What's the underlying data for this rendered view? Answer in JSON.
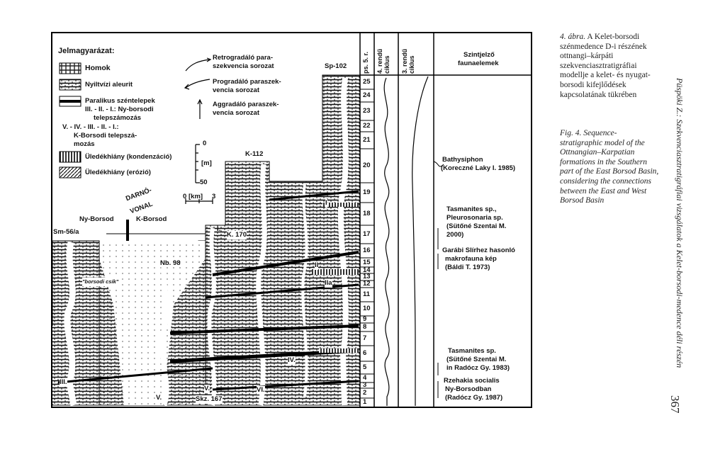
{
  "legend": {
    "title": "Jelmagyarázat:",
    "sand": "Homok",
    "silt": "Nyiltvízi aleurit",
    "coal": "Paralikus széntelepek",
    "ny_seams_1": "III. - II. - I.: Ny-borsodi",
    "ny_seams_2": "telepszámozás",
    "k_seams_1": "V. - IV. - III. - II. - I.:",
    "k_seams_2": "K-Borsodi telepszá-",
    "k_seams_3": "mozás",
    "hiatus_cond": "Üledékhiány (kondenzáció)",
    "hiatus_eros": "Üledékhiány (erózió)"
  },
  "sequences": {
    "retro_1": "Retrogradáló para-",
    "retro_2": "szekvencia sorozat",
    "prog_1": "Progradáló paraszek-",
    "prog_2": "vencia sorozat",
    "aggr_1": "Aggradáló paraszek-",
    "aggr_2": "vencia sorozat"
  },
  "scale": {
    "v0": "0",
    "vunit": "[m]",
    "v50": "50",
    "h0": "0",
    "hunit": "[km]",
    "h3": "3"
  },
  "wells": {
    "sm": "Sm-56/a",
    "nb": "Nb. 98",
    "k112": "K-112",
    "k170": "K. 170",
    "skz": "Skz. 167",
    "sp": "Sp-102",
    "borsodi": "\"borsodi csík\""
  },
  "regions": {
    "ny": "Ny-Borsod",
    "k": "K-Borsod",
    "line_1": "DARNÓ-",
    "line_2": "VONAL"
  },
  "seam_labels": [
    "III.",
    "V.",
    "V.",
    "VI.",
    "IV.",
    "I.",
    "II",
    "IIa",
    "I"
  ],
  "columns": {
    "c1": "ps. 5. r.",
    "c2": "4. rendű ciklus",
    "c3": "3. rendű ciklus",
    "fauna_1": "Szintjelző",
    "fauna_2": "faunaelemek"
  },
  "units": [
    "1",
    "2",
    "3",
    "4",
    "5",
    "6",
    "7",
    "8",
    "9",
    "10",
    "11",
    "12",
    "13",
    "14",
    "15",
    "16",
    "17",
    "18",
    "19",
    "20",
    "21",
    "22",
    "23",
    "24",
    "25"
  ],
  "fauna": {
    "f1_1": "Bathysiphon",
    "f1_2": "(Koreczné Laky I. 1985)",
    "f2_1": "Tasmanites sp.,",
    "f2_2": "Pleurosonaria sp.",
    "f2_3": "(Sütőné Szentai M.",
    "f2_4": "2000)",
    "f3_1": "Garábi Slírhez hasonló",
    "f3_2": "makrofauna kép",
    "f3_3": "(Báldi T. 1973)",
    "f4_1": "Tasmanites sp.",
    "f4_2": "(Sütőné Szentai M.",
    "f4_3": "in Radócz Gy. 1983)",
    "f5_1": "Rzehakia socialis",
    "f5_2": "Ny-Borsodban",
    "f5_3": "(Radócz Gy. 1987)"
  },
  "caption": {
    "hu_label": "4. ábra.",
    "hu_text": "A Kelet-borsodi szénmedence D-i részének ottnangi–kárpáti szekvenciasztratigráfiai modellje a kelet- és nyugat-borsodi kifejlődések kapcsolatának tükrében",
    "en_label": "Fig. 4.",
    "en_text": "Sequence-stratigraphic model of the Ottnangian–Karpatian formations in the Southern part of the East Borsod Basin, considering the connections between the East and West Borsod Basin"
  },
  "running_head": "Püspöki Z.: Szekvenciasztratigráfiai vizsgálatok a Kelet-borsodi-medence déli részén",
  "page_number": "367"
}
